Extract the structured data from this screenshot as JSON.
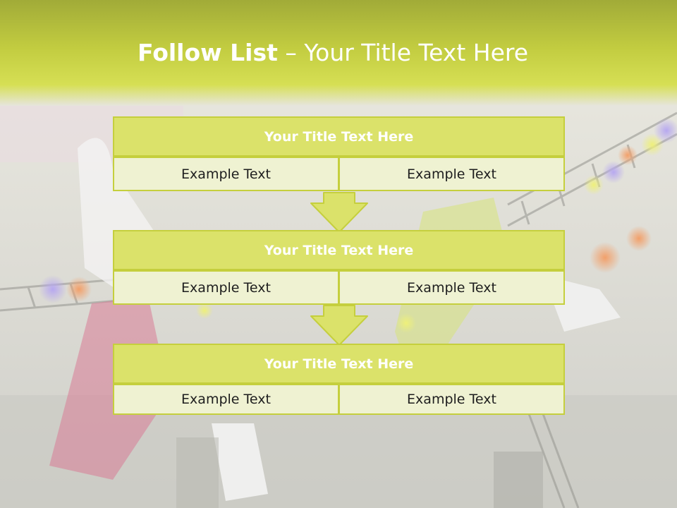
{
  "slide": {
    "title_bold": "Follow List",
    "title_rest": " – Your Title Text Here"
  },
  "blocks": [
    {
      "title": "Your Title Text Here",
      "cells": [
        "Example Text",
        "Example Text"
      ]
    },
    {
      "title": "Your Title Text Here",
      "cells": [
        "Example Text",
        "Example Text"
      ]
    },
    {
      "title": "Your Title Text Here",
      "cells": [
        "Example Text",
        "Example Text"
      ]
    }
  ],
  "colors": {
    "accent": "#c5cf3d",
    "title_fill": "#dbe26a",
    "cell_fill": "#eff2d2",
    "band_top": "#a1ab38"
  }
}
